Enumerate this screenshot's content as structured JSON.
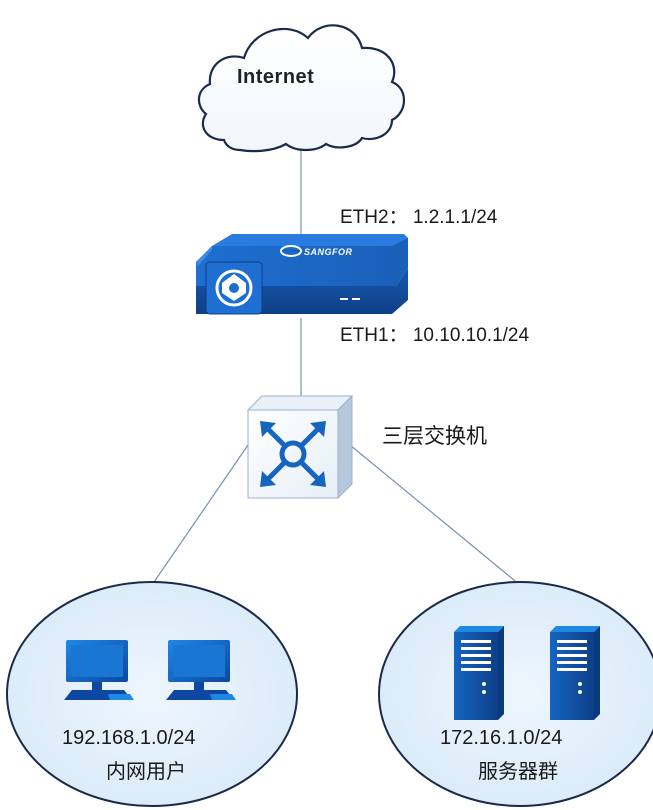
{
  "cloud": {
    "label": "Internet"
  },
  "firewall": {
    "brand": "SANGFOR",
    "eth2_label": "ETH2： 1.2.1.1/24",
    "eth1_label": "ETH1： 10.10.10.1/24",
    "icon": "firewall-appliance-icon"
  },
  "switch": {
    "label": "三层交换机",
    "icon": "layer3-switch-icon"
  },
  "lan": {
    "cidr": "192.168.1.0/24",
    "name": "内网用户",
    "icon": "desktop-pc-icon"
  },
  "servers": {
    "cidr": "172.16.1.0/24",
    "name": "服务器群",
    "icon": "tower-server-icon"
  },
  "colors": {
    "device_blue": "#1565c0",
    "device_dark": "#0d47a1",
    "ellipse_fill": "#e3f0fb",
    "line": "#7a8fb0"
  }
}
